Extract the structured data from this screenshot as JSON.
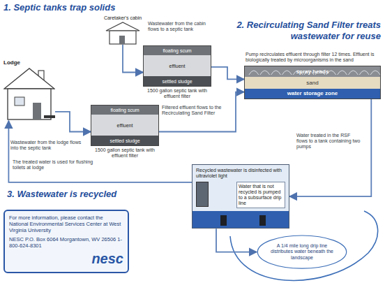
{
  "diagram": {
    "nodes": [
      {
        "text": [
          "Caretaker's cabin"
        ]
      },
      {
        "text": [
          "Lodge"
        ]
      },
      {
        "text": [
          "floating scum",
          "effluent",
          "settled sludge",
          "1500 gallon septic tank with effluent filter"
        ]
      },
      {
        "text": [
          "floating scum",
          "effluent",
          "settled sludge",
          "1500 gallon septic tank with effluent filter"
        ]
      },
      {
        "text": [
          "Pump recirculates effluent through filter 12 times. Effluent is biologically treated by microorganisms in the sand",
          "spray heads",
          "sand",
          "water storage zone"
        ]
      },
      {
        "text": [
          "Recycled wastewater is disinfected with ultraviolet light",
          "Water that is not recycled is pumped to a subsurface drip line"
        ]
      },
      {
        "text": [
          "A 1/4 mile long drip line distributes water beneath the landscape"
        ]
      },
      {
        "text": [
          "For more information, please contact the National Environmental Services Center at West Virginia University",
          "NESC P.O. Box 6064 Morgantown, WV 26506 1-800-624-8301",
          "nesc"
        ]
      }
    ],
    "edges": [
      {
        "from": 0,
        "to": 2,
        "arrow": "to"
      },
      {
        "from": 1,
        "to": 3,
        "arrow": "to"
      },
      {
        "from": 2,
        "to": 4,
        "arrow": "to"
      },
      {
        "from": 3,
        "to": 4,
        "arrow": "to"
      },
      {
        "from": 4,
        "to": 5,
        "arrow": "to"
      },
      {
        "from": 5,
        "to": 1,
        "arrow": "to"
      },
      {
        "from": 5,
        "to": 6,
        "arrow": "to"
      }
    ],
    "labels": [
      "1. Septic tanks trap solids",
      "2. Recirculating Sand Filter treats wastewater for reuse",
      "3. Wastewater is recycled",
      "Wastewater from the cabin flows to a septic tank",
      "Wastewater from the lodge flows into the septic tank",
      "Filtered effluent flows to the Recirculating Sand Filter",
      "Water treated in the RSF flows to a tank containing two pumps",
      "The treated water is used for flushing toilets at lodge"
    ]
  }
}
